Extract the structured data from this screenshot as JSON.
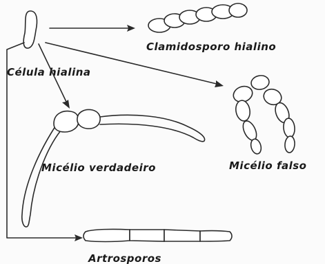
{
  "labels": {
    "hyaline_cell": "Célula  hialina",
    "hyaline_chlamydospore": "Clamidosporo  hialino",
    "true_mycelium": "Micélio  verdadeiro",
    "false_mycelium": "Micélio  falso",
    "arthrospores": "Artrosporos"
  }
}
